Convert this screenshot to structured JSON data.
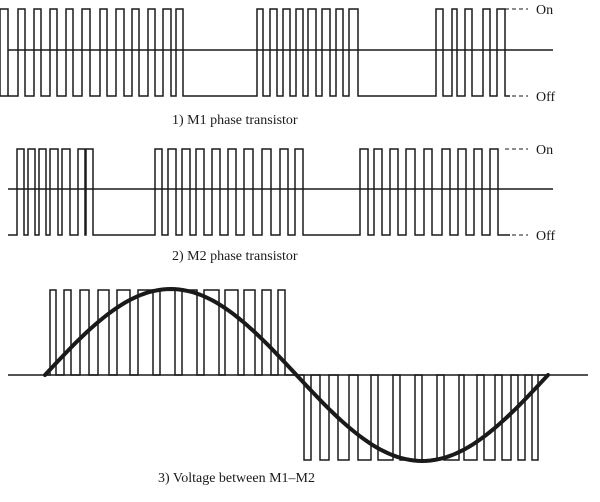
{
  "panels": [
    {
      "caption": "1) M1 phase transistor",
      "level_on": "On",
      "level_off": "Off",
      "pulses": [
        [
          0,
          8
        ],
        [
          18,
          7
        ],
        [
          34,
          7
        ],
        [
          50,
          7
        ],
        [
          66,
          7
        ],
        [
          82,
          8
        ],
        [
          100,
          7
        ],
        [
          116,
          8
        ],
        [
          132,
          7
        ],
        [
          148,
          7
        ],
        [
          163,
          8
        ],
        [
          176,
          7
        ],
        [
          257,
          6
        ],
        [
          270,
          7
        ],
        [
          283,
          7
        ],
        [
          296,
          7
        ],
        [
          308,
          8
        ],
        [
          322,
          8
        ],
        [
          336,
          7
        ],
        [
          349,
          9
        ],
        [
          436,
          7
        ],
        [
          452,
          5
        ],
        [
          465,
          7
        ],
        [
          483,
          7
        ],
        [
          497,
          8
        ]
      ]
    },
    {
      "caption": "2) M2 phase transistor",
      "level_on": "On",
      "level_off": "Off",
      "pulses": [
        [
          17,
          7
        ],
        [
          28,
          7
        ],
        [
          39,
          7
        ],
        [
          50,
          8
        ],
        [
          62,
          8
        ],
        [
          78,
          8
        ],
        [
          85,
          8
        ],
        [
          155,
          7
        ],
        [
          168,
          8
        ],
        [
          182,
          8
        ],
        [
          196,
          8
        ],
        [
          212,
          8
        ],
        [
          228,
          8
        ],
        [
          244,
          9
        ],
        [
          262,
          9
        ],
        [
          280,
          8
        ],
        [
          295,
          8
        ],
        [
          360,
          8
        ],
        [
          374,
          8
        ],
        [
          390,
          8
        ],
        [
          406,
          9
        ],
        [
          424,
          8
        ],
        [
          442,
          8
        ],
        [
          458,
          8
        ],
        [
          474,
          8
        ],
        [
          490,
          8
        ]
      ]
    },
    {
      "caption": "3) Voltage between M1–M2",
      "top_pulses": [
        [
          50,
          6
        ],
        [
          64,
          7
        ],
        [
          80,
          9
        ],
        [
          98,
          11
        ],
        [
          117,
          13
        ],
        [
          138,
          15
        ],
        [
          160,
          15
        ],
        [
          182,
          15
        ],
        [
          204,
          15
        ],
        [
          225,
          13
        ],
        [
          244,
          11
        ],
        [
          262,
          9
        ],
        [
          278,
          7
        ]
      ],
      "bottom_pulses": [
        [
          304,
          7
        ],
        [
          320,
          9
        ],
        [
          338,
          11
        ],
        [
          358,
          13
        ],
        [
          378,
          15
        ],
        [
          400,
          15
        ],
        [
          422,
          15
        ],
        [
          444,
          15
        ],
        [
          464,
          13
        ],
        [
          484,
          11
        ],
        [
          502,
          9
        ],
        [
          518,
          7
        ],
        [
          532,
          6
        ]
      ]
    }
  ]
}
